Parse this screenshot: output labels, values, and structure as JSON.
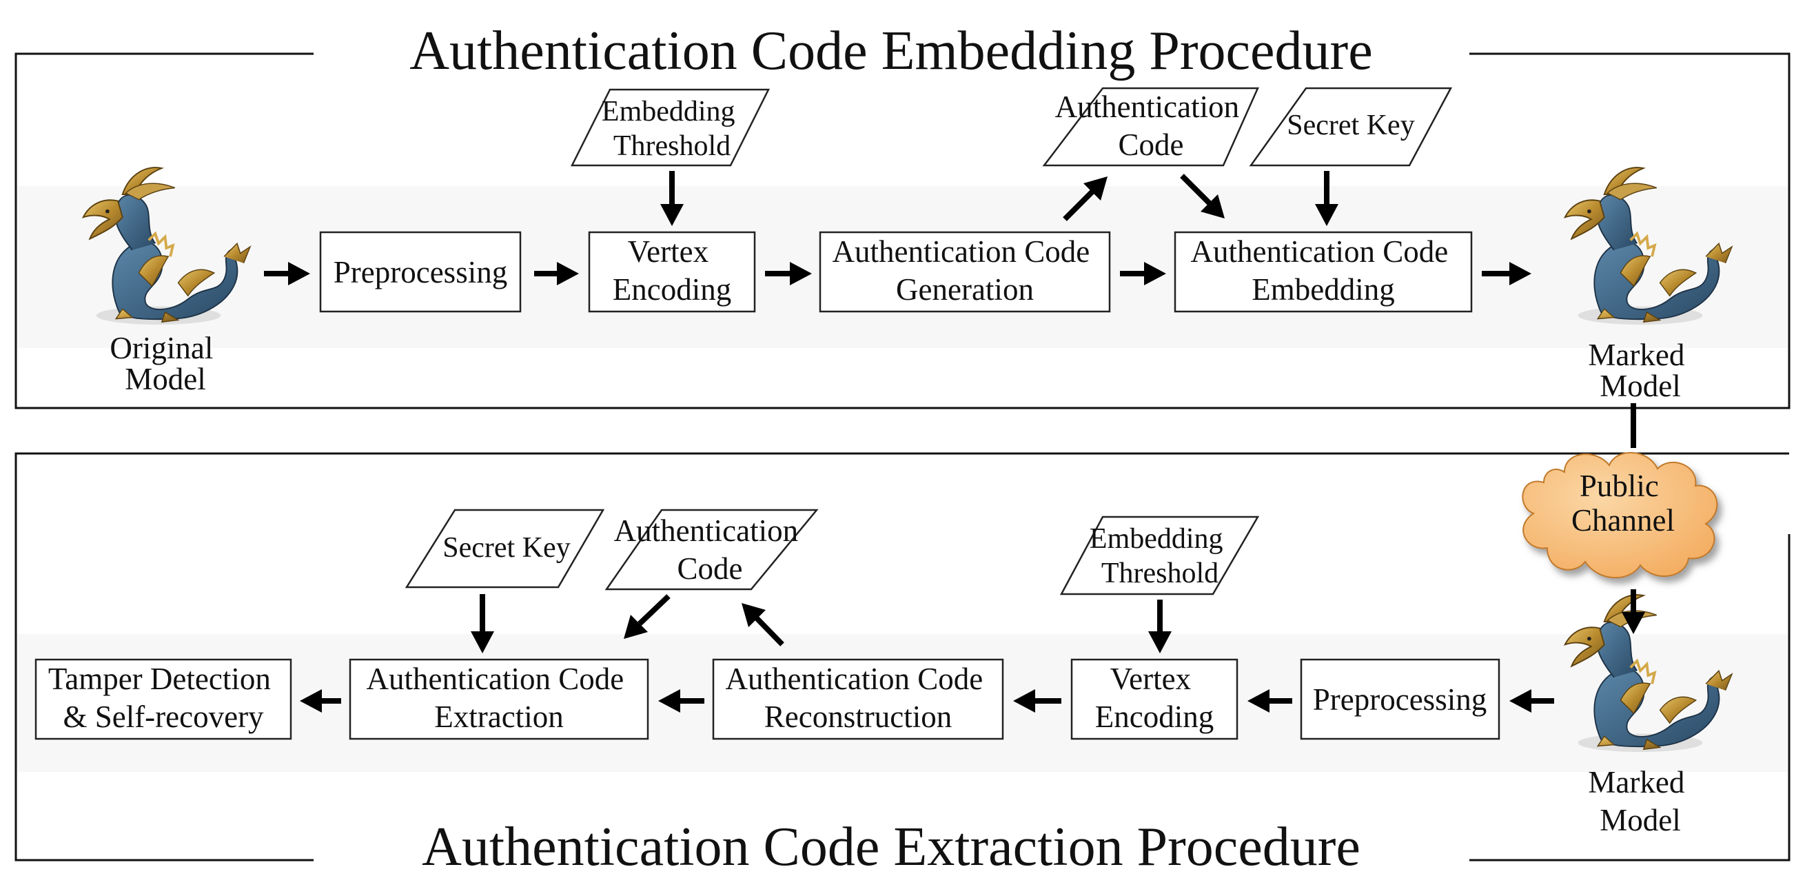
{
  "diagram": {
    "top_title": "Authentication Code Embedding Procedure",
    "bottom_title": "Authentication Code Extraction Procedure",
    "embedding": {
      "original_model": [
        "Original",
        "Model"
      ],
      "preprocessing": [
        "Preprocessing"
      ],
      "vertex_encoding": [
        "Vertex",
        "Encoding"
      ],
      "code_generation": [
        "Authentication Code",
        "Generation"
      ],
      "code_embedding": [
        "Authentication Code",
        "Embedding"
      ],
      "marked_model": [
        "Marked",
        "Model"
      ],
      "embedding_threshold": [
        "Embedding",
        "Threshold"
      ],
      "authentication_code": [
        "Authentication",
        "Code"
      ],
      "secret_key": [
        "Secret Key"
      ]
    },
    "public_channel": [
      "Public",
      "Channel"
    ],
    "extraction": {
      "marked_model": [
        "Marked",
        "Model"
      ],
      "preprocessing": [
        "Preprocessing"
      ],
      "vertex_encoding": [
        "Vertex",
        "Encoding"
      ],
      "code_reconstruction": [
        "Authentication Code",
        "Reconstruction"
      ],
      "code_extraction": [
        "Authentication Code",
        "Extraction"
      ],
      "tamper_detection": [
        "Tamper Detection",
        "& Self-recovery"
      ],
      "embedding_threshold": [
        "Embedding",
        "Threshold"
      ],
      "authentication_code": [
        "Authentication",
        "Code"
      ],
      "secret_key": [
        "Secret Key"
      ]
    },
    "colors": {
      "cloud_fill": "#f8c080",
      "dragon_body": "#3d6788",
      "dragon_gold": "#d4a94a"
    }
  }
}
